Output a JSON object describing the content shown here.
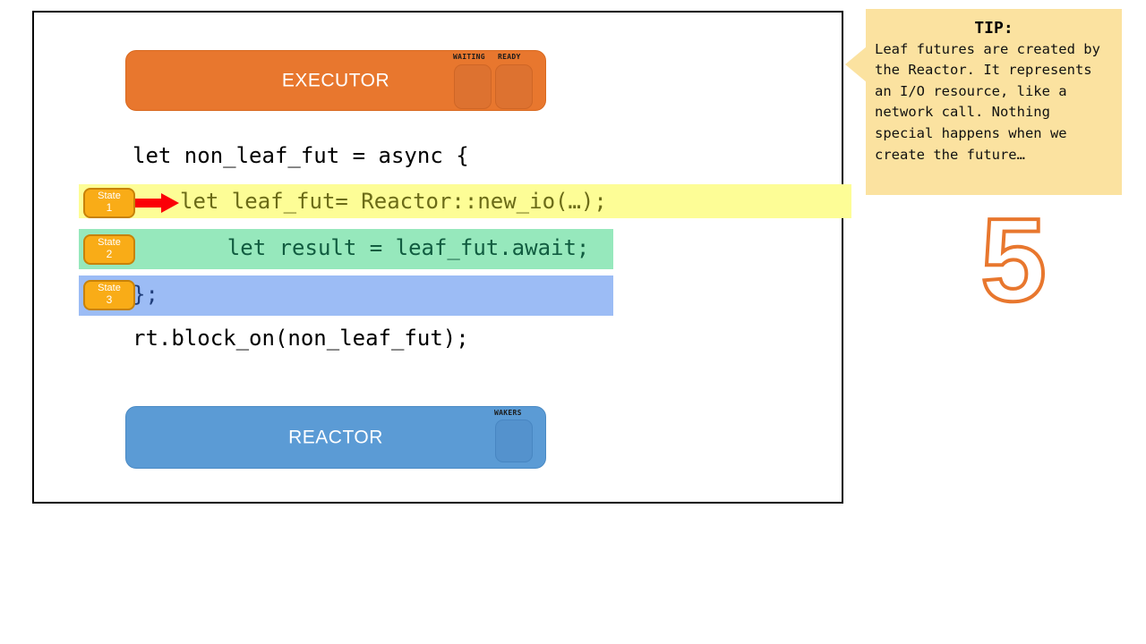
{
  "slide": {
    "step_number": "5",
    "accent_orange": "#e8772e",
    "accent_blue": "#5b9bd5",
    "badge_orange": "#f9ac17"
  },
  "executor": {
    "title": "EXECUTOR",
    "slots": [
      {
        "caption": "WAITING",
        "name": "waiting-slot"
      },
      {
        "caption": "READY",
        "name": "ready-slot"
      }
    ]
  },
  "reactor": {
    "title": "REACTOR",
    "slots": [
      {
        "caption": "WAKERS",
        "name": "wakers-slot"
      }
    ]
  },
  "code": {
    "line_decl": "let non_leaf_fut = async {",
    "line_block_on": "rt.block_on(non_leaf_fut);",
    "highlighted": [
      {
        "badge_word": "State",
        "badge_num": "1",
        "text": "let leaf_fut= Reactor::new_io(…);",
        "band_color": "#fdfd96",
        "text_color": "#6b6b17",
        "has_arrow": true
      },
      {
        "badge_word": "State",
        "badge_num": "2",
        "text": "    let result = leaf_fut.await;",
        "band_color": "#96e8bc",
        "text_color": "#115c40",
        "has_arrow": false
      },
      {
        "badge_word": "State",
        "badge_num": "3",
        "text": "};",
        "band_color": "#9cbcf5",
        "text_color": "#1f3d7a",
        "has_arrow": false
      }
    ]
  },
  "tip": {
    "title": "TIP:",
    "body": "Leaf futures are created by the Reactor. It represents an I/O resource, like a network call. Nothing special happens when we create the future…"
  }
}
